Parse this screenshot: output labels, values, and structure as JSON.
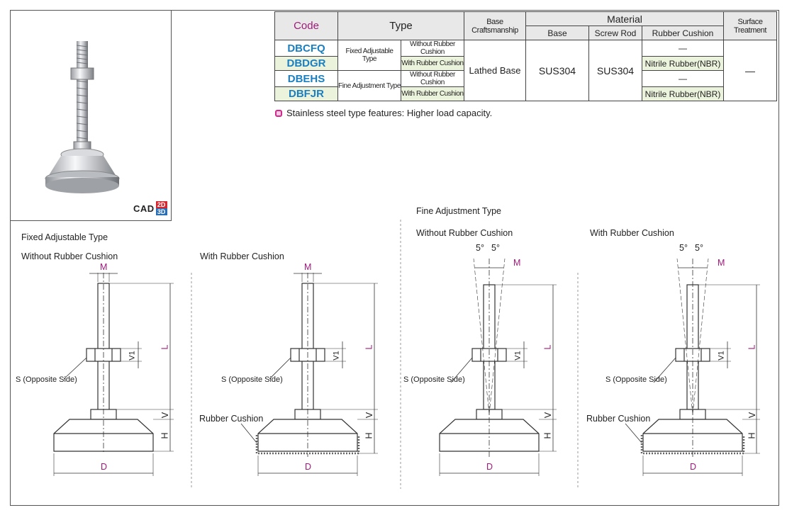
{
  "table": {
    "headers": {
      "code": "Code",
      "type": "Type",
      "base_craft": "Base Craftsmanship",
      "material": "Material",
      "base": "Base",
      "screw_rod": "Screw Rod",
      "rubber_cushion": "Rubber Cushion",
      "surface": "Surface Treatment"
    },
    "codes": [
      "DBCFQ",
      "DBDGR",
      "DBEHS",
      "DBFJR"
    ],
    "type_groups": [
      "Fixed Adjustable Type",
      "Fine Adjustment Type"
    ],
    "subtypes": [
      "Without Rubber Cushion",
      "With Rubber Cushion",
      "Without Rubber Cushion",
      "With Rubber Cushion"
    ],
    "base_craft_value": "Lathed Base",
    "base_value": "SUS304",
    "screw_value": "SUS304",
    "rubber_values": [
      "—",
      "Nitrile Rubber(NBR)",
      "—",
      "Nitrile Rubber(NBR)"
    ],
    "surface_value": "—"
  },
  "note": "Stainless steel type features: Higher load capacity.",
  "cad": {
    "label": "CAD",
    "badge_2d": "2D",
    "badge_3d": "3D"
  },
  "drawings": {
    "fixed_title": "Fixed Adjustable Type",
    "fine_title": "Fine Adjustment Type",
    "without_label": "Without Rubber Cushion",
    "with_label": "With Rubber Cushion",
    "s_label": "S (Opposite Side)",
    "rubber_label": "Rubber Cushion",
    "dims": {
      "M": "M",
      "L": "L",
      "V1": "V1",
      "V": "V",
      "H": "H",
      "D": "D",
      "angle": "5°"
    }
  },
  "colors": {
    "code": "#1a7fc0",
    "header_code": "#a0197a",
    "dim_label": "#a0197a",
    "row_shade": "#ecf3dc"
  }
}
